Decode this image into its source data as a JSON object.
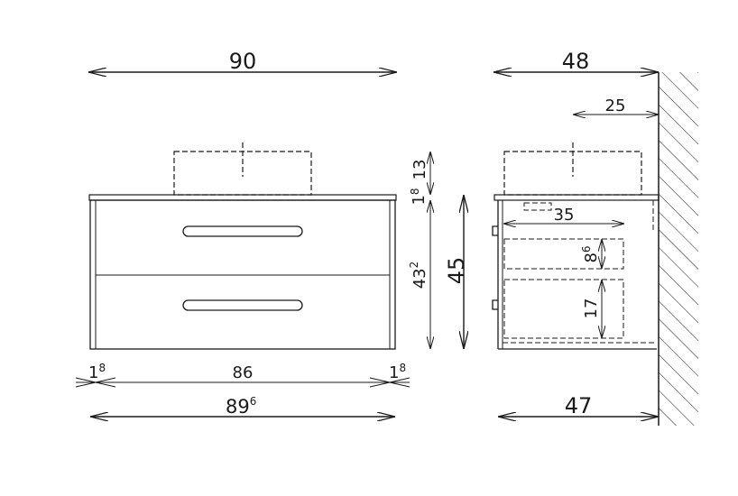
{
  "front_view": {
    "overall_width": "90",
    "side_thickness_left": {
      "main": "1",
      "sup": "8"
    },
    "inner_width": "86",
    "side_thickness_right": {
      "main": "1",
      "sup": "8"
    },
    "body_width": {
      "main": "89",
      "sup": "6"
    },
    "basin_height": "13",
    "top_thickness": {
      "main": "1",
      "sup": "8"
    },
    "body_height": {
      "main": "43",
      "sup": "2"
    },
    "total_height": "45"
  },
  "side_view": {
    "overall_depth": "48",
    "basin_offset": "25",
    "drawer_depth": "35",
    "upper_drawer_height": {
      "main": "8",
      "sup": "6"
    },
    "lower_drawer_height": "17",
    "body_depth": "47"
  }
}
